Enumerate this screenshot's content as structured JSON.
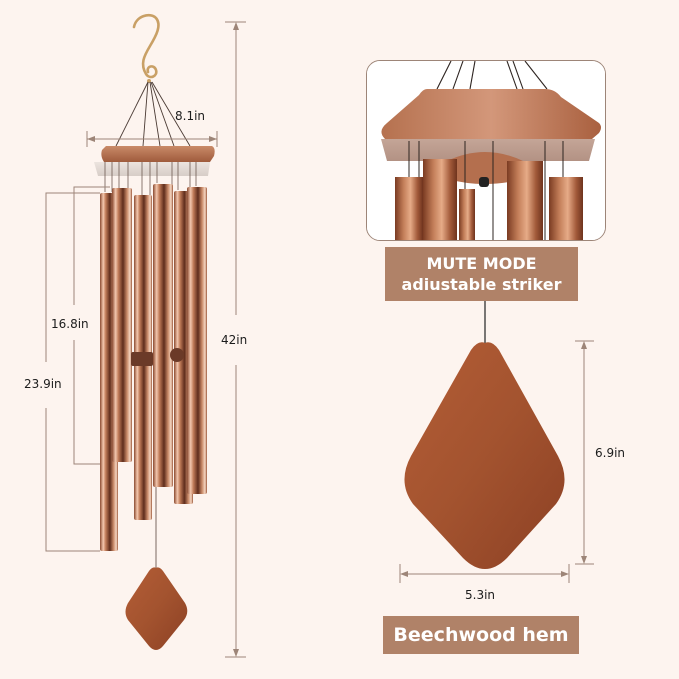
{
  "product": {
    "name": "Wind chime",
    "colors": {
      "background": "#fdf4ef",
      "tube_copper": "#b46f4e",
      "wood": "#a3532f",
      "callout_bg": "#b08268",
      "callout_text": "#ffffff",
      "dimension_line": "#9d8578",
      "hook": "#c9a066"
    }
  },
  "dimensions": {
    "top_width": "8.1in",
    "short_tube": "16.8in",
    "long_tube": "23.9in",
    "total_length": "42in",
    "sail_height": "6.9in",
    "sail_width": "5.3in"
  },
  "callouts": {
    "mute_mode": {
      "line1": "MUTE MODE",
      "line2": "adiustable striker"
    },
    "sail": {
      "label": "Beechwood hem"
    }
  }
}
